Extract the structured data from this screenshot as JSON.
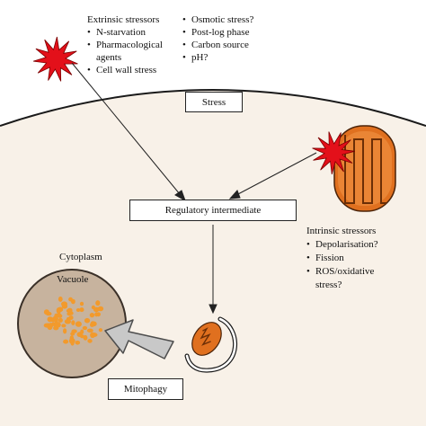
{
  "extrinsic": {
    "heading": "Extrinsic stressors",
    "col1": [
      "N-starvation",
      "Pharmacological",
      "agents",
      "Cell wall stress"
    ],
    "col2": [
      "Osmotic stress?",
      "Post-log phase",
      "Carbon source",
      "pH?"
    ]
  },
  "boxes": {
    "stress": "Stress",
    "regulatory": "Regulatory intermediate",
    "mitophagy": "Mitophagy"
  },
  "intrinsic": {
    "heading": "Intrinsic stressors",
    "items": [
      "Depolarisation?",
      "Fission",
      "ROS/oxidative",
      "stress?"
    ]
  },
  "labels": {
    "cytoplasm": "Cytoplasm",
    "vacuole": "Vacuole"
  },
  "colors": {
    "cell_fill": "#f8f1e8",
    "burst": "#e3101a",
    "vacuole_fill": "#c7b39e",
    "mito_orange": "#e0701f",
    "granule": "#f29a2c",
    "arrow_gray": "#c8c8c8"
  }
}
